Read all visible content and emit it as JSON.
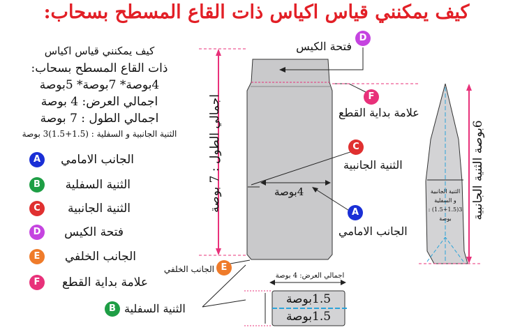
{
  "title": "كيف يمكنني قياس اكياس ذات القاع المسطح بسحاب:",
  "info": {
    "line1": "كيف يمكنني قياس اكياس",
    "line2": "ذات القاع المسطح بسحاب:",
    "line3": "4بوصة* 7بوصة* 5بوصة",
    "line4": "اجمالي العرض: 4 بوصة",
    "line5": "اجمالي الطول : 7 بوصة",
    "line6": "الثنية الجانبية و السفلية : (1.5+1.5)3 بوصة"
  },
  "legend": [
    {
      "letter": "A",
      "label": "الجانب الامامي",
      "color": "#1a2fd6"
    },
    {
      "letter": "B",
      "label": "الثنية السفلية",
      "color": "#1e9e45"
    },
    {
      "letter": "C",
      "label": "الثنية الجانبية",
      "color": "#e03030"
    },
    {
      "letter": "D",
      "label": "فتحة الكيس",
      "color": "#c544e0"
    },
    {
      "letter": "E",
      "label": "الجانب الخلفي",
      "color": "#ef7b2a"
    },
    {
      "letter": "F",
      "label": "علامة بداية القطع",
      "color": "#e8317a"
    }
  ],
  "callouts": {
    "opening": "فتحة الكيس",
    "tear": "علامة بداية القطع",
    "side_gusset": "الثنية الجانبية",
    "width": "4بوصة",
    "front": "الجانب الامامي",
    "back": "الجانب الخلفي",
    "bottom": "الثنية السفلية",
    "total_height": "اجمالي الطول : 7 بوصة",
    "side_height": "6بوصة الثنية الجانبية",
    "gusset_note1": "الثنية الجانبية",
    "gusset_note2": "و السفلية",
    "gusset_note3": "3(1.5+1.5) :",
    "gusset_note4": "بوصة",
    "bottom_width": "اجمالي العرض: 4 بوصة",
    "bottom_top": "1.5بوصة",
    "bottom_bottom": "1.5بوصة"
  }
}
